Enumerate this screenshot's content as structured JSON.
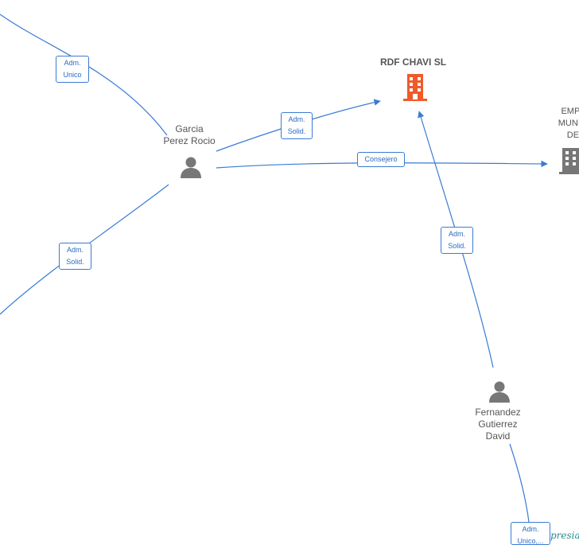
{
  "nodes": {
    "rdf_chavi": {
      "label": "RDF CHAVI  SL",
      "icon": "building-icon",
      "color": "#f05a2a"
    },
    "empresa_municipal": {
      "label_lines": [
        "EMPRE",
        "MUNICIP",
        "DE..."
      ],
      "icon": "building-icon",
      "color": "#777777"
    },
    "garcia": {
      "label_lines": [
        "Garcia",
        "Perez Rocio"
      ],
      "icon": "person-icon",
      "color": "#777777"
    },
    "fernandez": {
      "label_lines": [
        "Fernandez",
        "Gutierrez",
        "David"
      ],
      "icon": "person-icon",
      "color": "#777777"
    }
  },
  "edge_labels": {
    "adm_unico": [
      "Adm.",
      "Unico"
    ],
    "adm_solid_rdf": [
      "Adm.",
      "Solid."
    ],
    "consejero": [
      "Consejero"
    ],
    "adm_solid_left": [
      "Adm.",
      "Solid."
    ],
    "adm_solid_fernandez": [
      "Adm.",
      "Solid."
    ],
    "adm_unico_bottom": [
      "Adm.",
      "Unico,..."
    ]
  },
  "watermark": "presia",
  "colors": {
    "edge": "#3a7bd5",
    "label_border": "#3a7bd5",
    "label_text": "#2b6cc4"
  }
}
